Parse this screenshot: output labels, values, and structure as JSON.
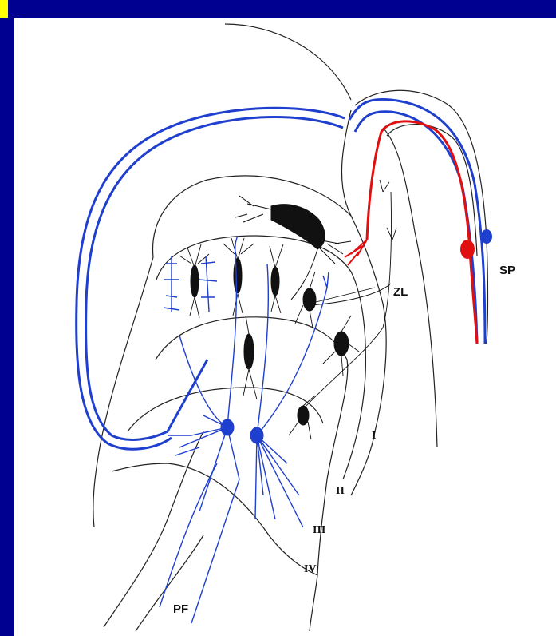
{
  "labels": {
    "sp": "SP",
    "zl": "ZL",
    "pf": "PF",
    "layer_1": "I",
    "layer_2": "II",
    "layer_3": "III",
    "layer_4": "IV"
  },
  "colors": {
    "background": "#000090",
    "accent": "#ffff00",
    "blue_pathway": "#1f3fcf",
    "red_pathway": "#e01010",
    "outline": "#222222",
    "neuron": "#111111"
  }
}
